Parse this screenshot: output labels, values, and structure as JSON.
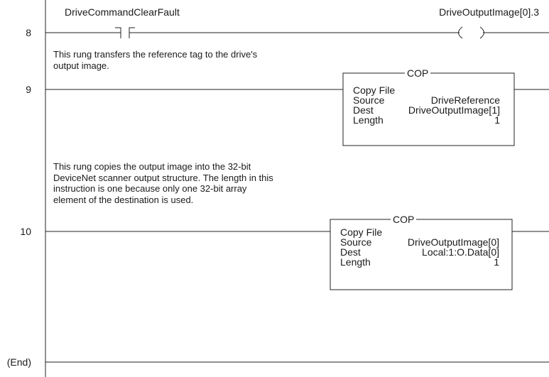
{
  "rungs": [
    {
      "number": "8",
      "contact_tag": "DriveCommandClearFault",
      "coil_tag": "DriveOutputImage[0].3"
    },
    {
      "number": "9",
      "comment": [
        "This rung transfers the reference tag to the drive's",
        "output image."
      ],
      "instruction": {
        "name": "COP",
        "title": "Copy File",
        "rows": [
          {
            "label": "Source",
            "value": "DriveReference"
          },
          {
            "label": "Dest",
            "value": "DriveOutputImage[1]"
          },
          {
            "label": "Length",
            "value": "1"
          }
        ]
      }
    },
    {
      "number": "10",
      "comment": [
        "This rung copies the output image into the 32-bit",
        "DeviceNet scanner output structure. The length in this",
        "instruction is one because only one 32-bit array",
        "element of the destination is used."
      ],
      "instruction": {
        "name": "COP",
        "title": "Copy File",
        "rows": [
          {
            "label": "Source",
            "value": "DriveOutputImage[0]"
          },
          {
            "label": "Dest",
            "value": "Local:1:O.Data[0]"
          },
          {
            "label": "Length",
            "value": "1"
          }
        ]
      }
    },
    {
      "number": "(End)"
    }
  ]
}
